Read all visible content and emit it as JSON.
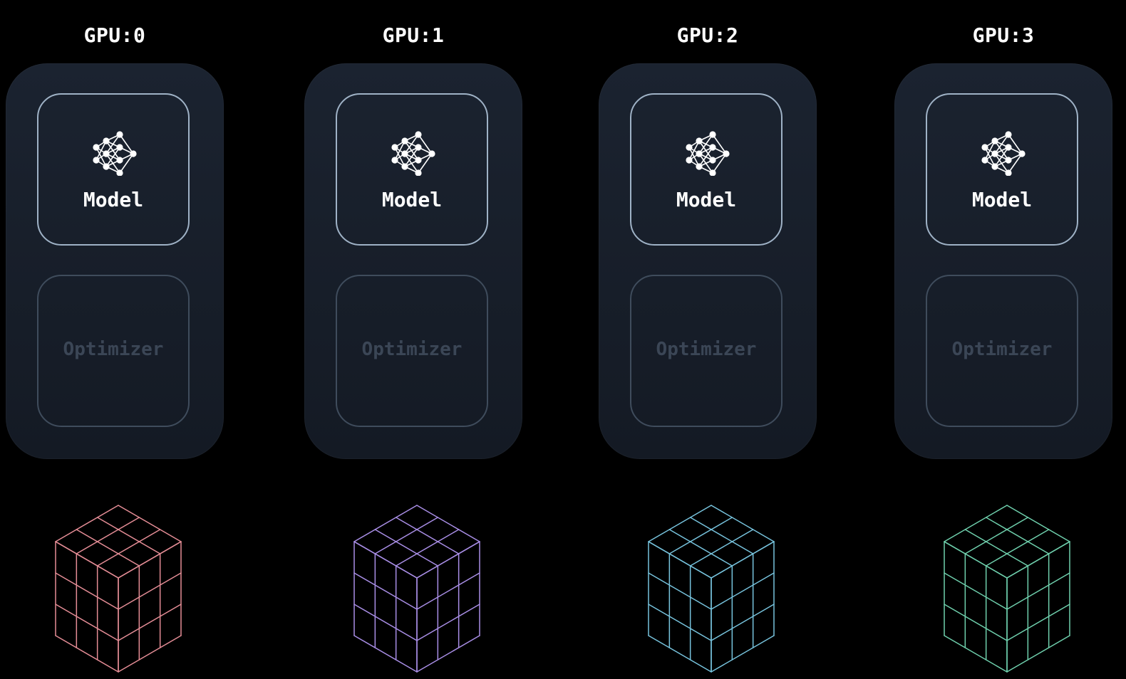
{
  "gpus": [
    {
      "title": "GPU:0",
      "model_label": "Model",
      "optimizer_label": "Optimizer",
      "cube_color": "#e58d96",
      "icon": "neural-network-icon"
    },
    {
      "title": "GPU:1",
      "model_label": "Model",
      "optimizer_label": "Optimizer",
      "cube_color": "#a98ee6",
      "icon": "neural-network-icon"
    },
    {
      "title": "GPU:2",
      "model_label": "Model",
      "optimizer_label": "Optimizer",
      "cube_color": "#77c3dd",
      "icon": "neural-network-icon"
    },
    {
      "title": "GPU:3",
      "model_label": "Model",
      "optimizer_label": "Optimizer",
      "cube_color": "#6fd0ad",
      "icon": "neural-network-icon"
    }
  ],
  "colors": {
    "background": "#000000",
    "card": "#1b2330",
    "model_border": "#9fb2c6",
    "optimizer_border": "#3f4c5c",
    "optimizer_text": "#3b4656"
  }
}
